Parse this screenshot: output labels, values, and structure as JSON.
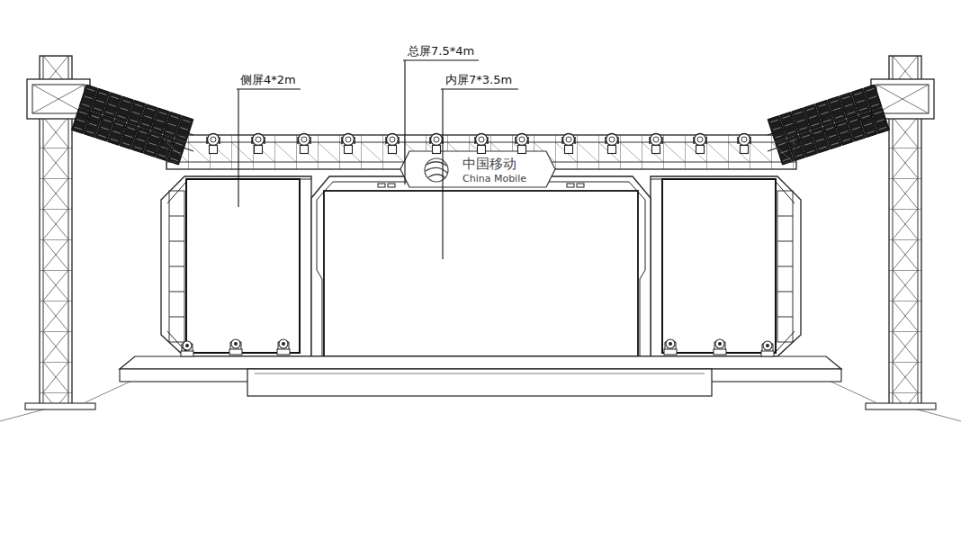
{
  "diagram": {
    "labels": [
      "总屏7.5*4m",
      "侧屏4*2m",
      "内屏7*3.5m",
      "中国移动",
      "China Mobile"
    ]
  }
}
